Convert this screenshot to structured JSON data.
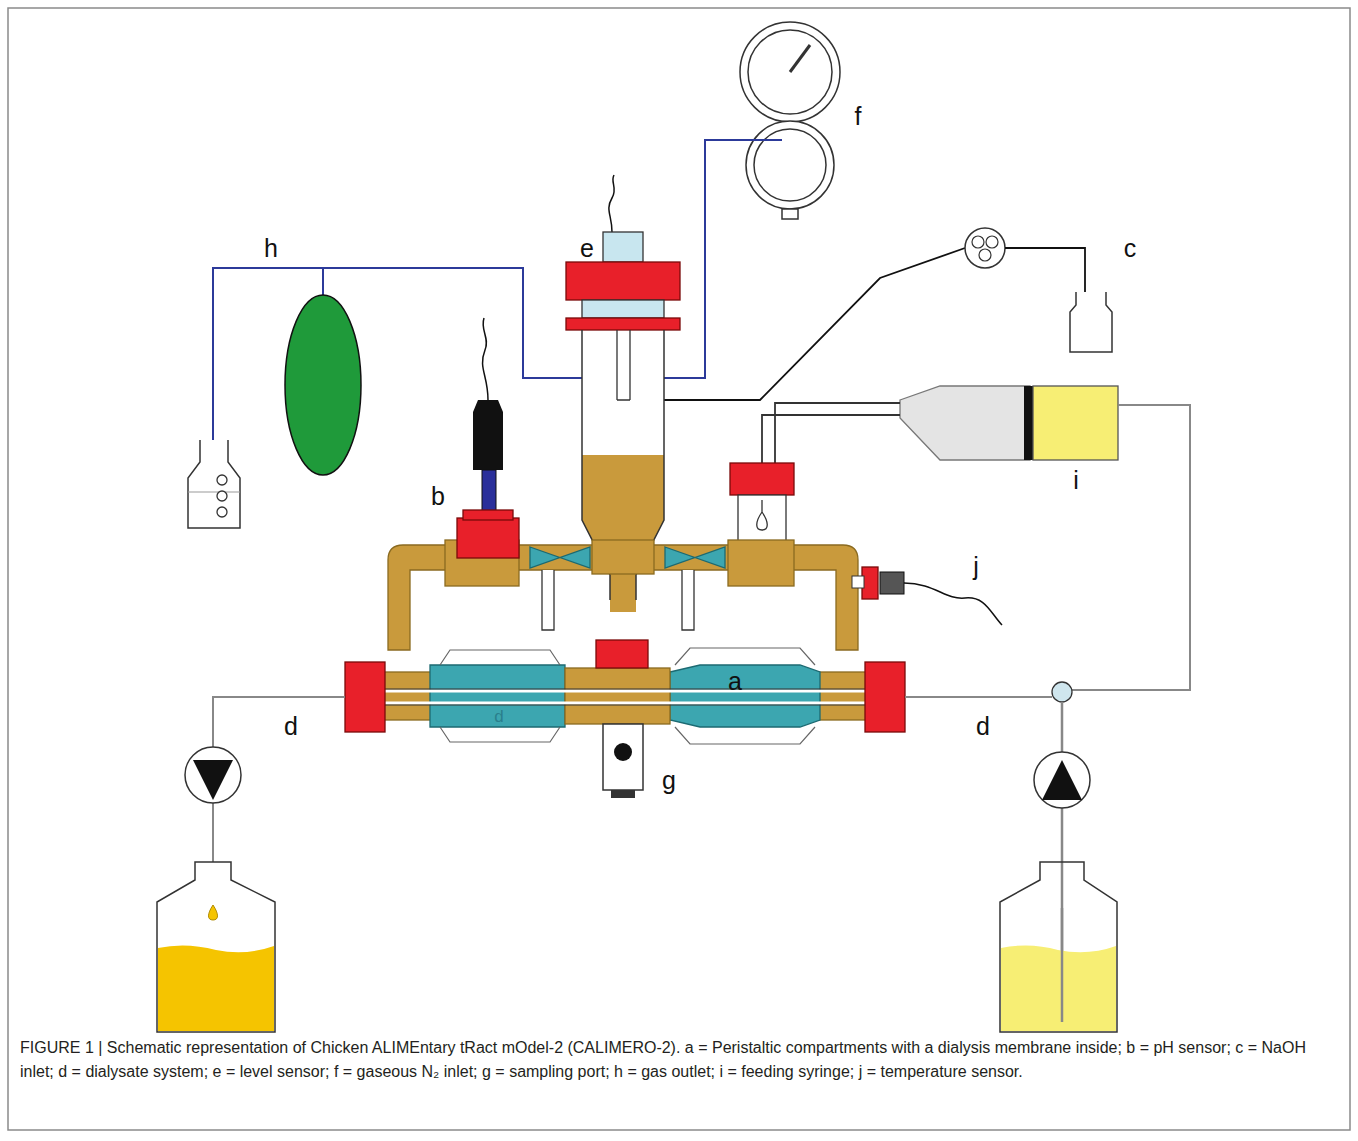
{
  "diagram": {
    "caption": "FIGURE 1 | Schematic representation of Chicken ALIMEntary tRact mOdel-2 (CALIMERO-2). a = Peristaltic compartments with a dialysis membrane inside; b = pH sensor; c = NaOH inlet; d = dialysate system; e = level sensor; f = gaseous N₂ inlet; g = sampling port; h = gas outlet; i = feeding syringe; j = temperature sensor.",
    "labels": [
      "f",
      "h",
      "e",
      "c",
      "i",
      "b",
      "j",
      "a",
      "d",
      "d",
      "d",
      "g"
    ]
  }
}
